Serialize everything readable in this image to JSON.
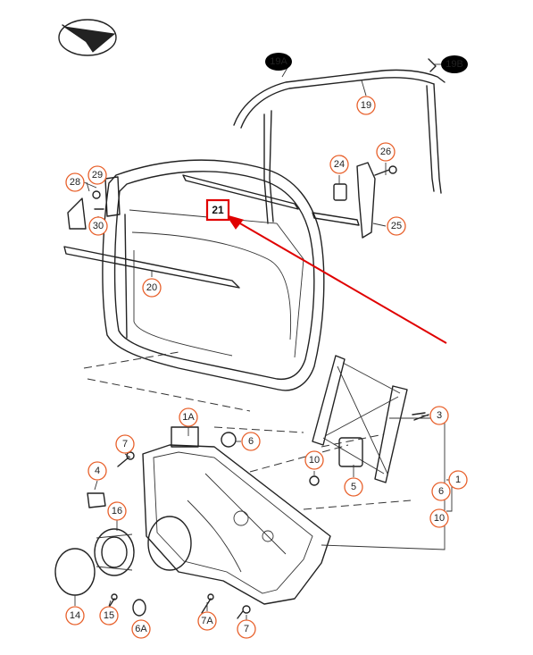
{
  "diagram": {
    "highlighted_callout": "21",
    "accent_color": "#e00000",
    "callout_color": "#e8612c",
    "callouts": [
      "19A",
      "19B",
      "19",
      "26",
      "24",
      "25",
      "29",
      "28",
      "30",
      "21",
      "20",
      "1A",
      "6",
      "7",
      "4",
      "10",
      "3",
      "5",
      "1",
      "6",
      "10",
      "16",
      "14",
      "15",
      "6A",
      "7A",
      "7"
    ]
  },
  "logo": {
    "icon": "compass-arrow-logo"
  }
}
